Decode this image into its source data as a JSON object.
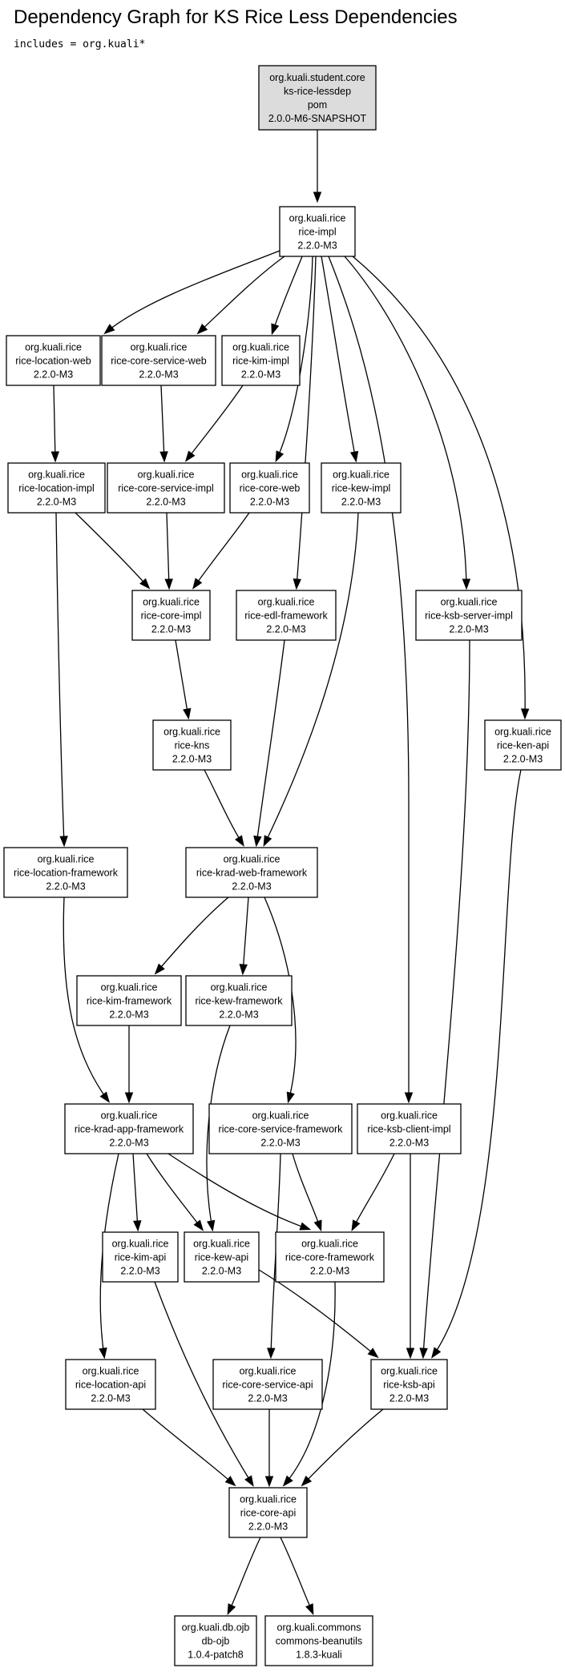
{
  "title": "Dependency Graph for KS Rice Less Dependencies",
  "subtitle": "includes = org.kuali*",
  "nodes": {
    "root": [
      "org.kuali.student.core",
      "ks-rice-lessdep",
      "pom",
      "2.0.0-M6-SNAPSHOT"
    ],
    "impl": [
      "org.kuali.rice",
      "rice-impl",
      "2.2.0-M3"
    ],
    "locweb": [
      "org.kuali.rice",
      "rice-location-web",
      "2.2.0-M3"
    ],
    "csweb": [
      "org.kuali.rice",
      "rice-core-service-web",
      "2.2.0-M3"
    ],
    "kimimpl": [
      "org.kuali.rice",
      "rice-kim-impl",
      "2.2.0-M3"
    ],
    "locimpl": [
      "org.kuali.rice",
      "rice-location-impl",
      "2.2.0-M3"
    ],
    "csimpl": [
      "org.kuali.rice",
      "rice-core-service-impl",
      "2.2.0-M3"
    ],
    "coreweb": [
      "org.kuali.rice",
      "rice-core-web",
      "2.2.0-M3"
    ],
    "kewimpl": [
      "org.kuali.rice",
      "rice-kew-impl",
      "2.2.0-M3"
    ],
    "coreimpl": [
      "org.kuali.rice",
      "rice-core-impl",
      "2.2.0-M3"
    ],
    "edl": [
      "org.kuali.rice",
      "rice-edl-framework",
      "2.2.0-M3"
    ],
    "ksbserver": [
      "org.kuali.rice",
      "rice-ksb-server-impl",
      "2.2.0-M3"
    ],
    "kns": [
      "org.kuali.rice",
      "rice-kns",
      "2.2.0-M3"
    ],
    "kenapi": [
      "org.kuali.rice",
      "rice-ken-api",
      "2.2.0-M3"
    ],
    "locfw": [
      "org.kuali.rice",
      "rice-location-framework",
      "2.2.0-M3"
    ],
    "kradweb": [
      "org.kuali.rice",
      "rice-krad-web-framework",
      "2.2.0-M3"
    ],
    "kimfw": [
      "org.kuali.rice",
      "rice-kim-framework",
      "2.2.0-M3"
    ],
    "kewfw": [
      "org.kuali.rice",
      "rice-kew-framework",
      "2.2.0-M3"
    ],
    "kradapp": [
      "org.kuali.rice",
      "rice-krad-app-framework",
      "2.2.0-M3"
    ],
    "csfw": [
      "org.kuali.rice",
      "rice-core-service-framework",
      "2.2.0-M3"
    ],
    "ksbclient": [
      "org.kuali.rice",
      "rice-ksb-client-impl",
      "2.2.0-M3"
    ],
    "kimapi": [
      "org.kuali.rice",
      "rice-kim-api",
      "2.2.0-M3"
    ],
    "kewapi": [
      "org.kuali.rice",
      "rice-kew-api",
      "2.2.0-M3"
    ],
    "corefw": [
      "org.kuali.rice",
      "rice-core-framework",
      "2.2.0-M3"
    ],
    "locapi": [
      "org.kuali.rice",
      "rice-location-api",
      "2.2.0-M3"
    ],
    "csapi": [
      "org.kuali.rice",
      "rice-core-service-api",
      "2.2.0-M3"
    ],
    "ksbapi": [
      "org.kuali.rice",
      "rice-ksb-api",
      "2.2.0-M3"
    ],
    "coreapi": [
      "org.kuali.rice",
      "rice-core-api",
      "2.2.0-M3"
    ],
    "ojb": [
      "org.kuali.db.ojb",
      "db-ojb",
      "1.0.4-patch8"
    ],
    "beanutils": [
      "org.kuali.commons",
      "commons-beanutils",
      "1.8.3-kuali"
    ]
  }
}
